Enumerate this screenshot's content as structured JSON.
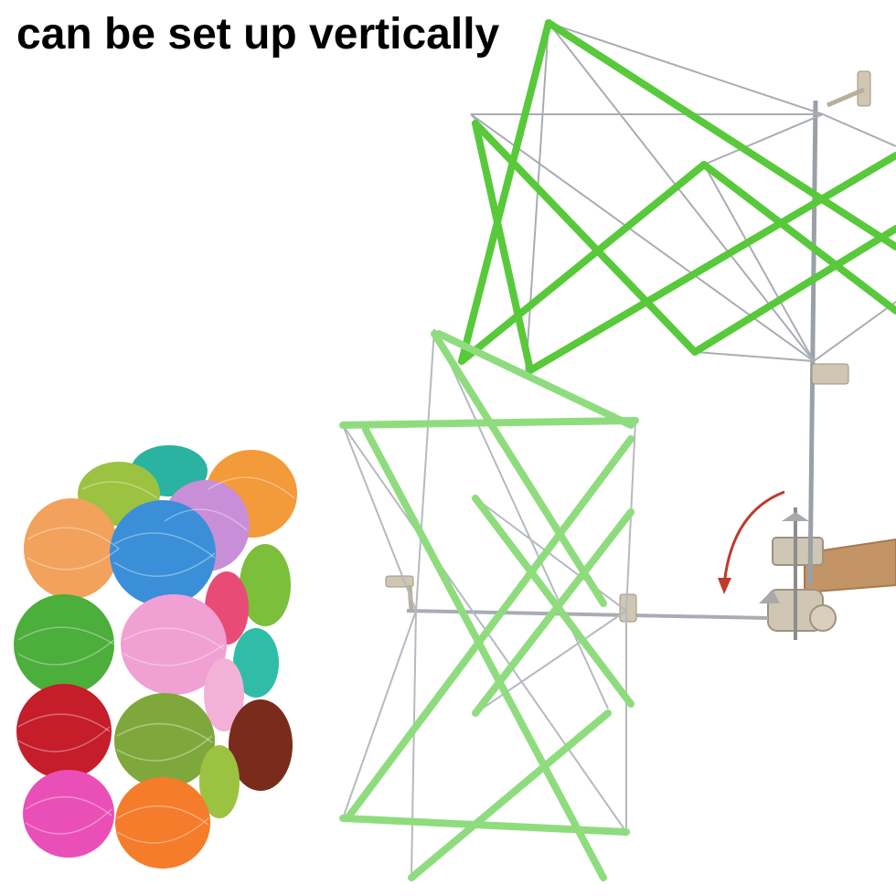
{
  "caption": "can be set up vertically",
  "colors": {
    "arm_green": "#58c93a",
    "arm_green_faded": "#8fdc7e",
    "metal": "#9aa0a6",
    "clamp": "#c9c0ad",
    "table": "#b98a5c",
    "arrow": "#c0392b"
  },
  "icons": [
    "yarn-swift-vertical",
    "yarn-swift-horizontal",
    "table-clamp",
    "crank-handle",
    "rotation-arrow",
    "yarn-ball-stack"
  ]
}
